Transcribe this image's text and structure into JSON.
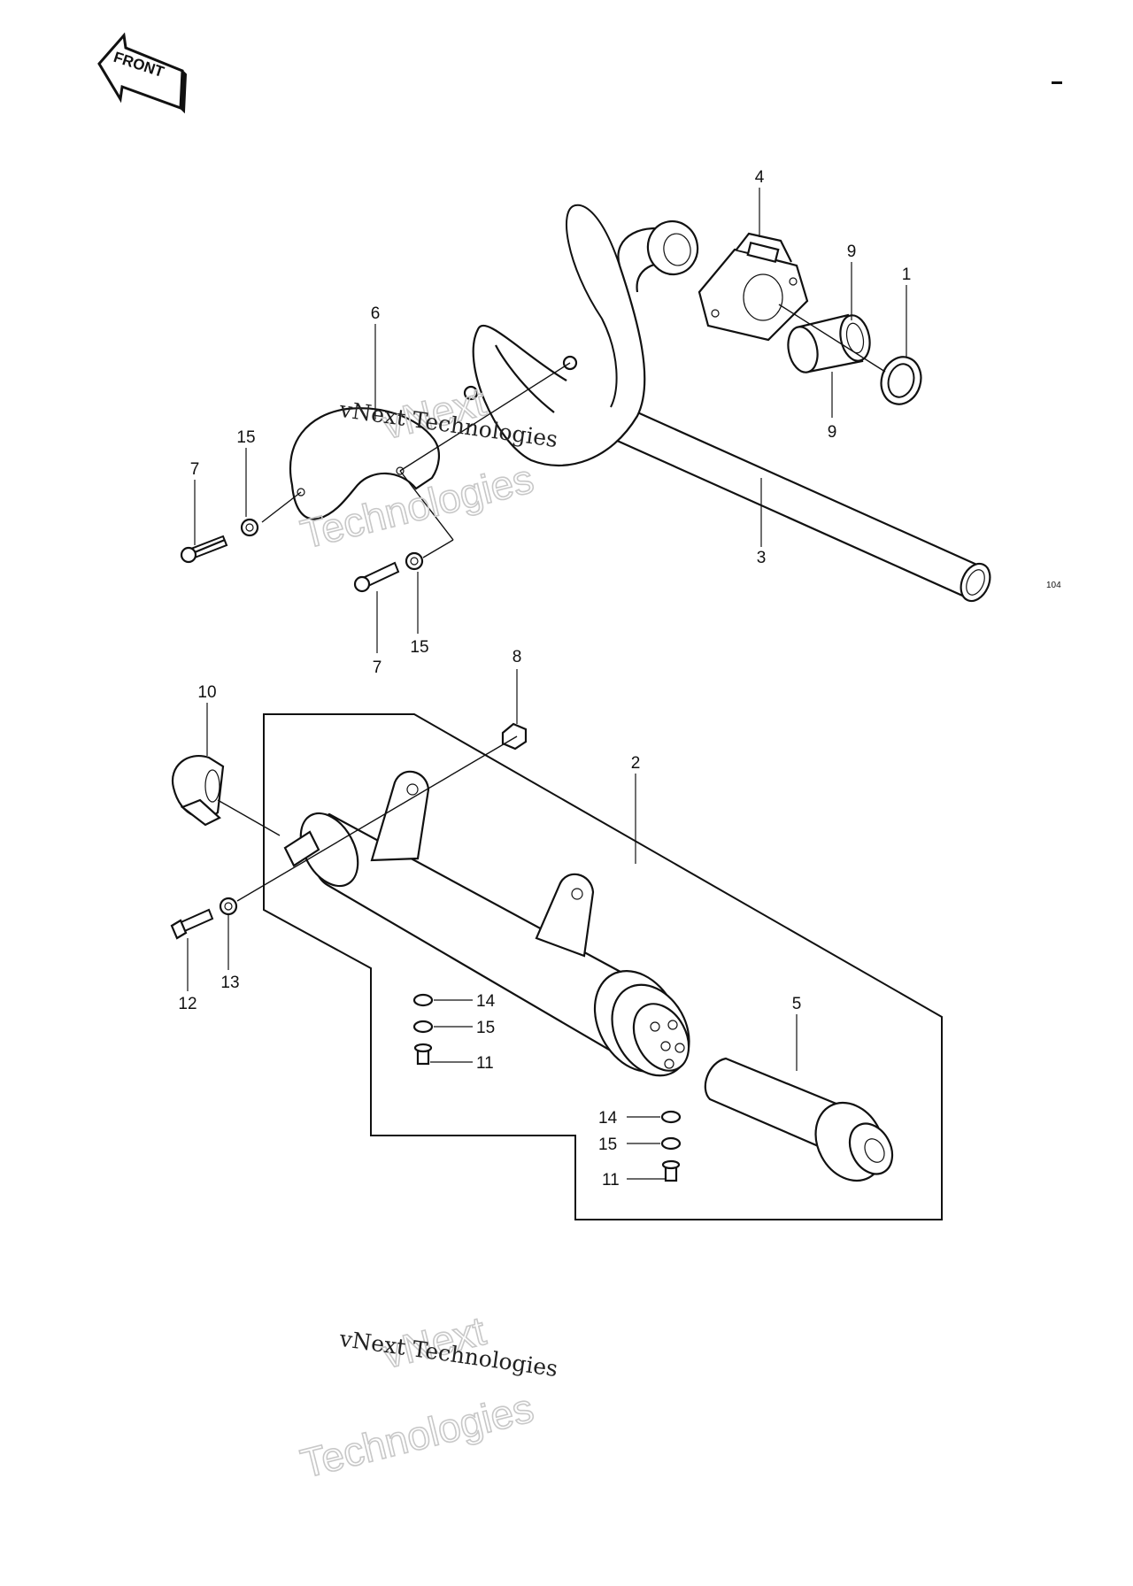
{
  "front_arrow": {
    "label": "FRONT"
  },
  "diagram_code": "104",
  "callouts": {
    "p1": "1",
    "p2": "2",
    "p3": "3",
    "p4": "4",
    "p5": "5",
    "p6": "6",
    "p7a": "7",
    "p7b": "7",
    "p8": "8",
    "p9a": "9",
    "p9b": "9",
    "p10": "10",
    "p11a": "11",
    "p11b": "11",
    "p12": "12",
    "p13": "13",
    "p14a": "14",
    "p14b": "14",
    "p15a": "15",
    "p15b": "15",
    "p15c": "15",
    "p15d": "15"
  },
  "watermark": {
    "line1": "vNext Technologies",
    "big1": "vNext",
    "big2": "Technologies"
  }
}
